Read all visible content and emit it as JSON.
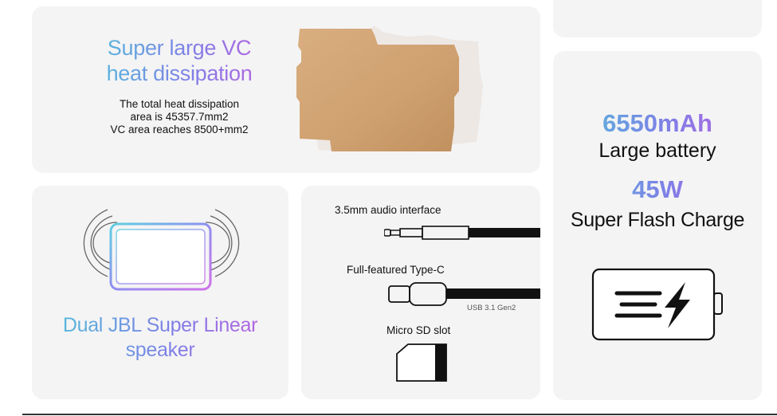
{
  "vc": {
    "title_line1": "Super large VC",
    "title_line2": "heat dissipation",
    "desc_line1": "The total heat dissipation",
    "desc_line2": "area is 45357.7mm2",
    "desc_line3": "VC area reaches 8500+mm2"
  },
  "speaker": {
    "title_line1": "Dual JBL Super Linear",
    "title_line2": "speaker"
  },
  "ports": {
    "audio_label": "3.5mm audio interface",
    "typec_label": "Full-featured Type-C",
    "typec_sub": "USB 3.1 Gen2",
    "sd_label": "Micro SD slot"
  },
  "battery": {
    "capacity": "6550mAh",
    "capacity_label": "Large battery",
    "charge": "45W",
    "charge_label": "Super Flash Charge"
  },
  "colors": {
    "gradient_start": "#4fc3d9",
    "gradient_mid": "#7f7fe6",
    "gradient_end": "#c15fe0",
    "card_bg": "#f4f4f5",
    "vc_plate": "#d4a574"
  },
  "icons": [
    "vc-plate-image",
    "speaker-sound-waves-icon",
    "tablet-icon",
    "audio-jack-icon",
    "type-c-connector-icon",
    "micro-sd-card-icon",
    "battery-flash-charge-icon"
  ]
}
